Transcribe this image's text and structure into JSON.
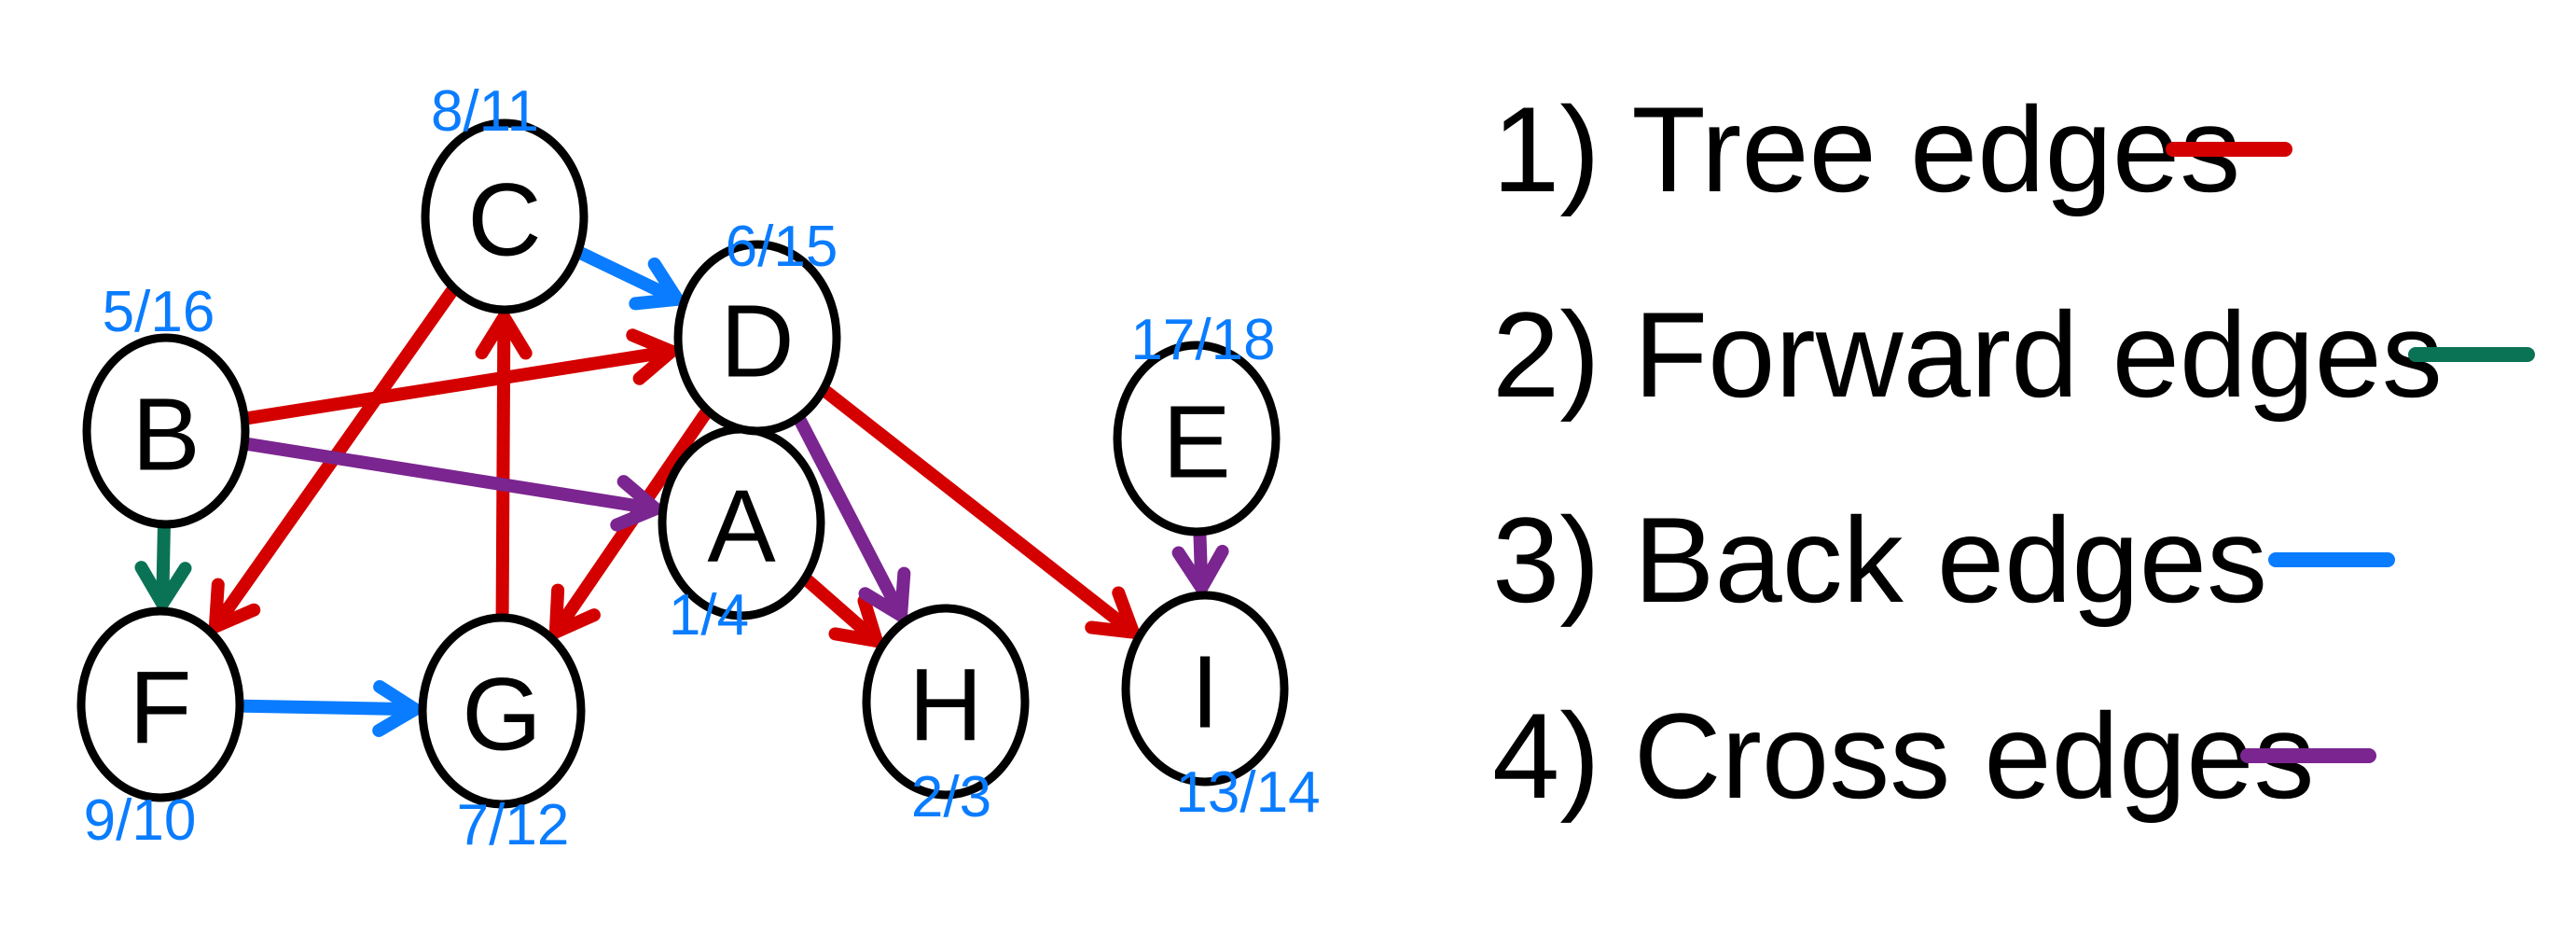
{
  "colors": {
    "tree": "#d40000",
    "forward": "#0b7355",
    "back": "#0a7cff",
    "cross": "#7b2590",
    "node": "#000000",
    "label": "#0a7cff"
  },
  "nodes": [
    {
      "id": "A",
      "label": "A",
      "time": "1/4"
    },
    {
      "id": "B",
      "label": "B",
      "time": "5/16"
    },
    {
      "id": "C",
      "label": "C",
      "time": "8/11"
    },
    {
      "id": "D",
      "label": "D",
      "time": "6/15"
    },
    {
      "id": "E",
      "label": "E",
      "time": "17/18"
    },
    {
      "id": "F",
      "label": "F",
      "time": "9/10"
    },
    {
      "id": "G",
      "label": "G",
      "time": "7/12"
    },
    {
      "id": "H",
      "label": "H",
      "time": "2/3"
    },
    {
      "id": "I",
      "label": "I",
      "time": "13/14"
    }
  ],
  "edges": [
    {
      "from": "B",
      "to": "D",
      "type": "tree"
    },
    {
      "from": "C",
      "to": "F",
      "type": "tree"
    },
    {
      "from": "G",
      "to": "C",
      "type": "tree"
    },
    {
      "from": "D",
      "to": "G",
      "type": "tree"
    },
    {
      "from": "A",
      "to": "H",
      "type": "tree"
    },
    {
      "from": "D",
      "to": "I",
      "type": "tree"
    },
    {
      "from": "B",
      "to": "F",
      "type": "forward"
    },
    {
      "from": "C",
      "to": "D",
      "type": "back"
    },
    {
      "from": "F",
      "to": "G",
      "type": "back"
    },
    {
      "from": "B",
      "to": "A",
      "type": "cross"
    },
    {
      "from": "D",
      "to": "A",
      "type": "cross"
    },
    {
      "from": "D",
      "to": "H",
      "type": "cross"
    },
    {
      "from": "E",
      "to": "I",
      "type": "cross"
    }
  ],
  "legend": [
    {
      "label": "1) Tree edges",
      "type": "tree"
    },
    {
      "label": "2) Forward edges",
      "type": "forward"
    },
    {
      "label": "3) Back edges",
      "type": "back"
    },
    {
      "label": "4) Cross edges",
      "type": "cross"
    }
  ]
}
